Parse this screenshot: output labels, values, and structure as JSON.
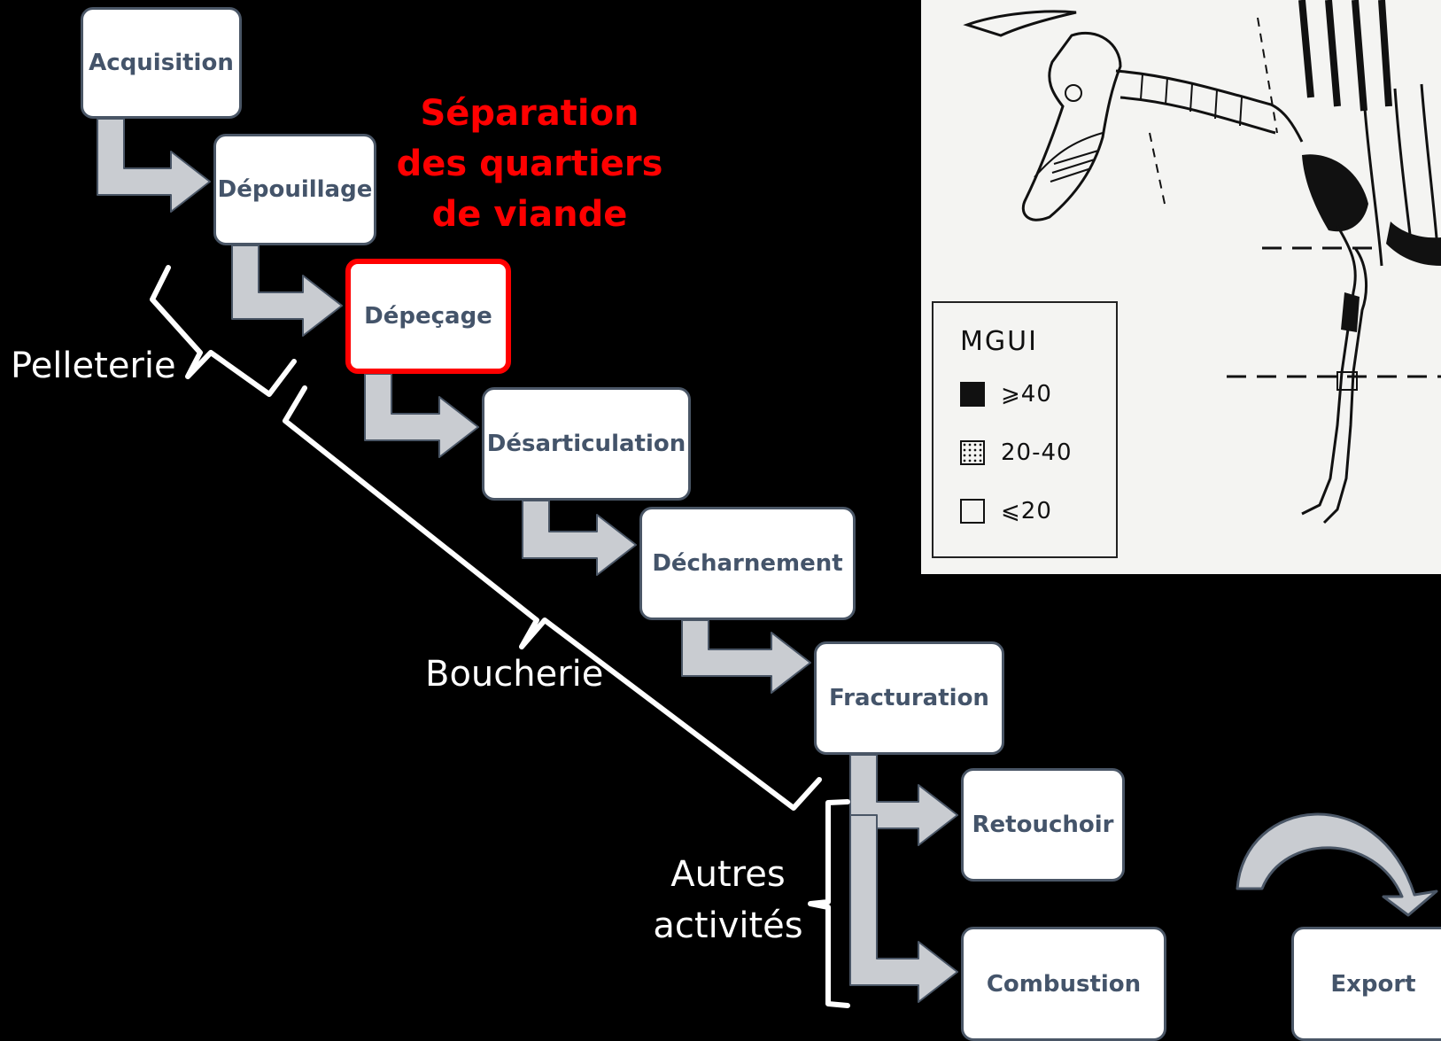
{
  "steps": [
    {
      "id": "acquisition",
      "label": "Acquisition"
    },
    {
      "id": "depouillage",
      "label": "Dépouillage"
    },
    {
      "id": "depecage",
      "label": "Dépeçage",
      "highlighted": true
    },
    {
      "id": "desarticulation",
      "label": "Désarticulation"
    },
    {
      "id": "decharnement",
      "label": "Décharnement"
    },
    {
      "id": "fracturation",
      "label": "Fracturation"
    },
    {
      "id": "retouchoir",
      "label": "Retouchoir"
    },
    {
      "id": "combustion",
      "label": "Combustion"
    },
    {
      "id": "export",
      "label": "Export"
    }
  ],
  "callout": {
    "lines": [
      "Séparation",
      "des quartiers",
      "de viande"
    ],
    "color": "#ff0000"
  },
  "groups": {
    "pelleterie": "Pelleterie",
    "boucherie": "Boucherie",
    "autres": [
      "Autres",
      "activités"
    ]
  },
  "legend": {
    "title": "MGUI",
    "items": [
      {
        "swatch": "black",
        "label": "⩾40"
      },
      {
        "swatch": "dotted",
        "label": "20-40"
      },
      {
        "swatch": "empty",
        "label": "⩽20"
      }
    ]
  },
  "colors": {
    "background": "#000000",
    "box_fill": "#ffffff",
    "box_border": "#4a5666",
    "box_text": "#44546a",
    "connector": "#c9ccd1",
    "highlight": "#ff0000"
  }
}
